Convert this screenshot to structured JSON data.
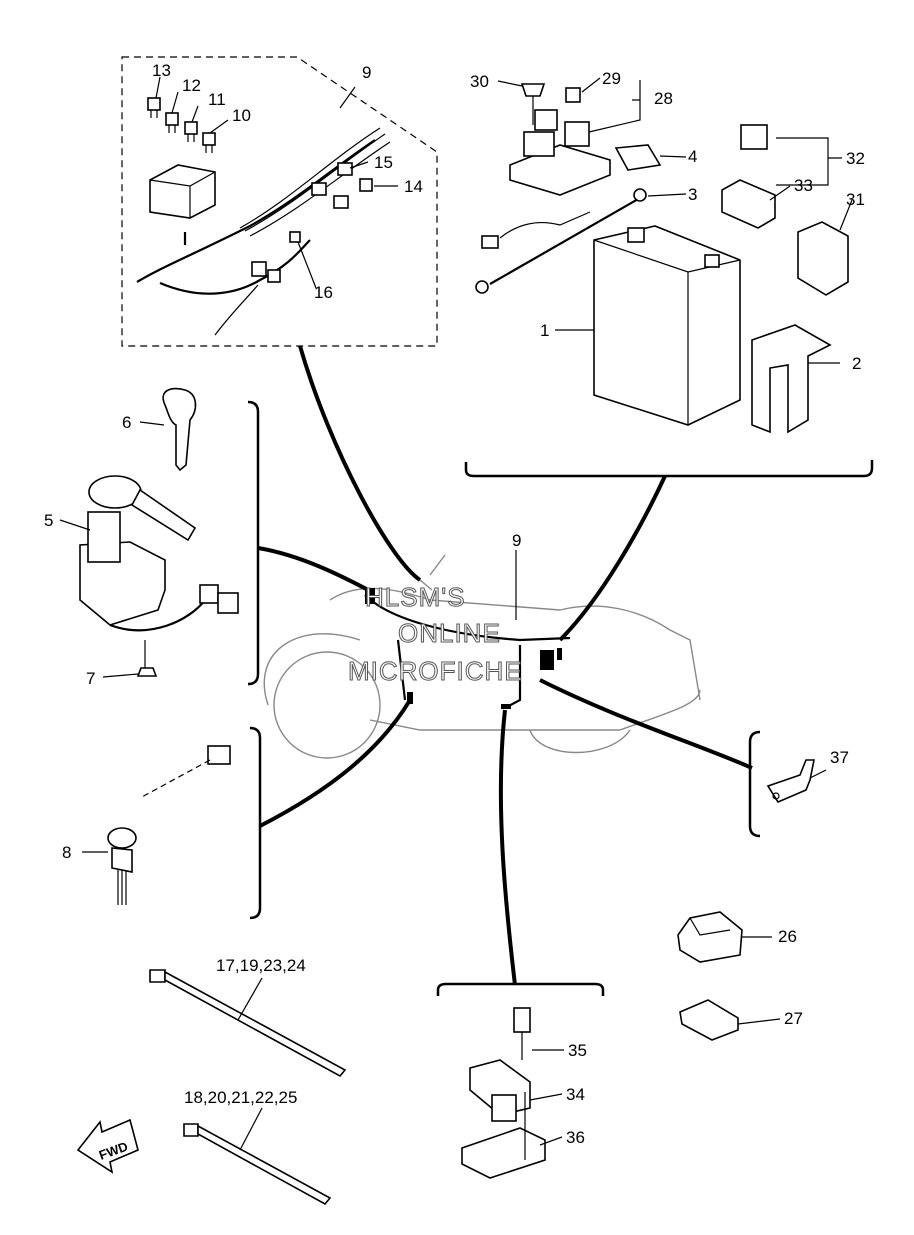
{
  "labels": {
    "l1": "1",
    "l2": "2",
    "l3": "3",
    "l4": "4",
    "l5": "5",
    "l6": "6",
    "l7": "7",
    "l8": "8",
    "l9a": "9",
    "l9b": "9",
    "l10": "10",
    "l11": "11",
    "l12": "12",
    "l13": "13",
    "l14": "14",
    "l15": "15",
    "l16": "16",
    "l17": "17,19,23,24",
    "l18": "18,20,21,22,25",
    "l26": "26",
    "l27": "27",
    "l28": "28",
    "l29": "29",
    "l30": "30",
    "l31": "31",
    "l32": "32",
    "l33": "33",
    "l34": "34",
    "l35": "35",
    "l36": "36",
    "l37": "37"
  },
  "watermark": {
    "line1": "HLSM'S",
    "line2": "ONLINE",
    "line3": "MICROFICHE"
  },
  "fwd_arrow_text": "FWD"
}
